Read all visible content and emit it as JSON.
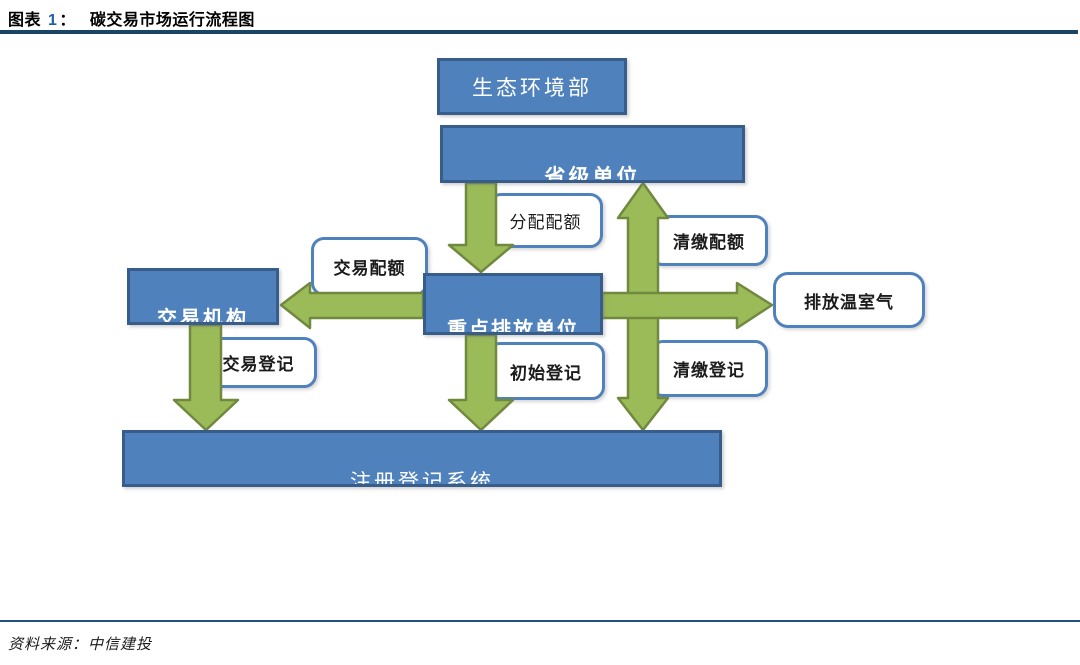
{
  "header": {
    "figure_label": "图表",
    "figure_number": "1",
    "colon": "：",
    "title": "碳交易市场运行流程图"
  },
  "flowchart": {
    "nodes": {
      "ministry": "生态环境部",
      "provincial": "省级单位",
      "trading_org": "交易机构",
      "key_emitter": "重点排放单位",
      "emit_ghg": "排放温室气",
      "registry": "注册登记系统"
    },
    "labels": {
      "allocate_quota": "分配配额",
      "surrender_quota": "清缴配额",
      "trade_quota": "交易配额",
      "trade_register": "交易登记",
      "initial_register": "初始登记",
      "surrender_register": "清缴登记"
    },
    "arrows": [
      {
        "name": "allocate-down-arrow",
        "from": "provincial",
        "to": "key_emitter",
        "label": "分配配额",
        "direction": "down"
      },
      {
        "name": "surrender-double-arrow",
        "from": "key_emitter",
        "to": "provincial / registry",
        "label": "清缴配额 / 清缴登记",
        "direction": "up-down"
      },
      {
        "name": "trade-left-arrow",
        "from": "key_emitter",
        "to": "trading_org",
        "label": "交易配额",
        "direction": "left"
      },
      {
        "name": "emit-right-arrow",
        "from": "key_emitter",
        "to": "emit_ghg",
        "direction": "right"
      },
      {
        "name": "trade-register-down-arrow",
        "from": "trading_org",
        "to": "registry",
        "label": "交易登记",
        "direction": "down"
      },
      {
        "name": "initial-register-down-arrow",
        "from": "key_emitter",
        "to": "registry",
        "label": "初始登记",
        "direction": "down"
      }
    ]
  },
  "footer": {
    "source": "资料来源：中信建投"
  },
  "colors": {
    "node_fill": "#4F81BD",
    "node_border": "#385D8A",
    "label_border": "#4F81BD",
    "arrow_fill": "#9BBB59",
    "arrow_border": "#71893F",
    "top_rule": "#1B4567",
    "bottom_rule": "#24527E",
    "figure_number": "#1F5FA8"
  }
}
